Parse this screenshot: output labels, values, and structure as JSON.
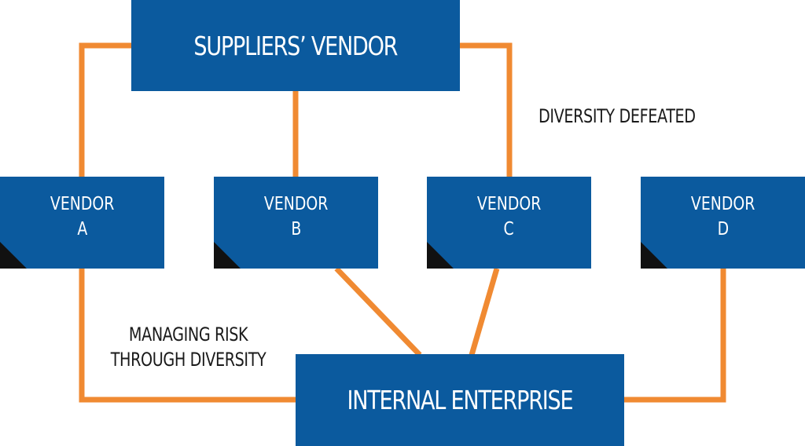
{
  "diagram": {
    "suppliers_vendor": "SUPPLIERS’ VENDOR",
    "internal_enterprise": "INTERNAL ENTERPRISE",
    "vendors": [
      {
        "line1": "VENDOR",
        "line2": "A"
      },
      {
        "line1": "VENDOR",
        "line2": "B"
      },
      {
        "line1": "VENDOR",
        "line2": "C"
      },
      {
        "line1": "VENDOR",
        "line2": "D"
      }
    ],
    "captions": {
      "diversity_defeated": "DIVERSITY DEFEATED",
      "managing_risk_line1": "MANAGING RISK",
      "managing_risk_line2": "THROUGH DIVERSITY"
    },
    "colors": {
      "box": "#0b5a9e",
      "connector": "#f08a32",
      "corner": "#111111",
      "text": "#1a1a1a"
    }
  }
}
